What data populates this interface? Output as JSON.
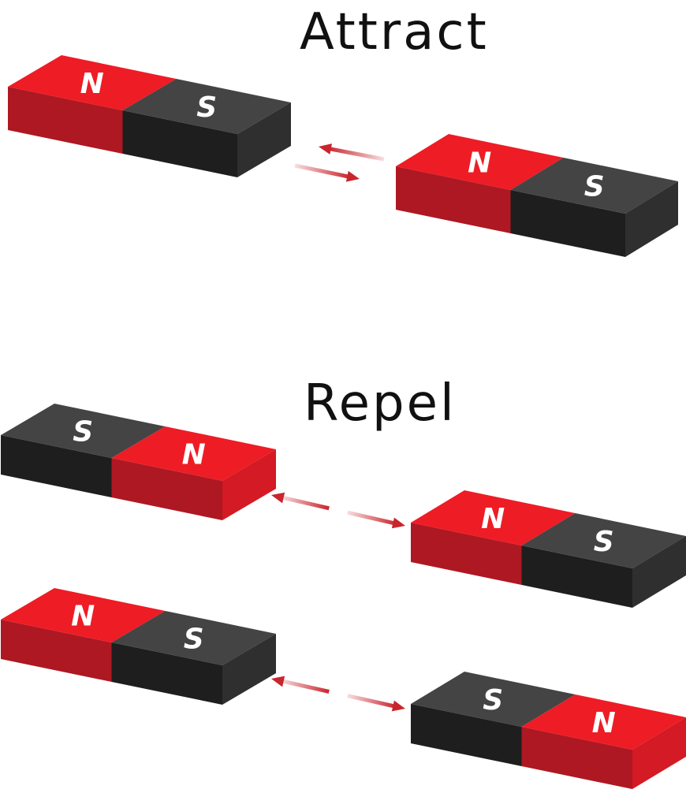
{
  "titles": {
    "attract": "Attract",
    "repel": "Repel"
  },
  "colors": {
    "red_top": "#ee1c25",
    "red_front": "#ae1822",
    "red_side": "#d41a24",
    "black_top": "#444444",
    "black_front": "#1e1e1e",
    "black_side": "#2f2f2f",
    "arrow": "#c9252c"
  },
  "magnets": [
    {
      "name": "attract-magnet-left",
      "poles": [
        "N",
        "S"
      ]
    },
    {
      "name": "attract-magnet-right",
      "poles": [
        "N",
        "S"
      ]
    },
    {
      "name": "repel-magnet-1-left",
      "poles": [
        "S",
        "N"
      ]
    },
    {
      "name": "repel-magnet-1-right",
      "poles": [
        "N",
        "S"
      ]
    },
    {
      "name": "repel-magnet-2-left",
      "poles": [
        "N",
        "S"
      ]
    },
    {
      "name": "repel-magnet-2-right",
      "poles": [
        "S",
        "N"
      ]
    }
  ],
  "arrows": [
    {
      "name": "attract-arrow-left",
      "kind": "attract"
    },
    {
      "name": "attract-arrow-right",
      "kind": "attract"
    },
    {
      "name": "repel-arrow-1",
      "kind": "repel"
    },
    {
      "name": "repel-arrow-2",
      "kind": "repel"
    }
  ]
}
